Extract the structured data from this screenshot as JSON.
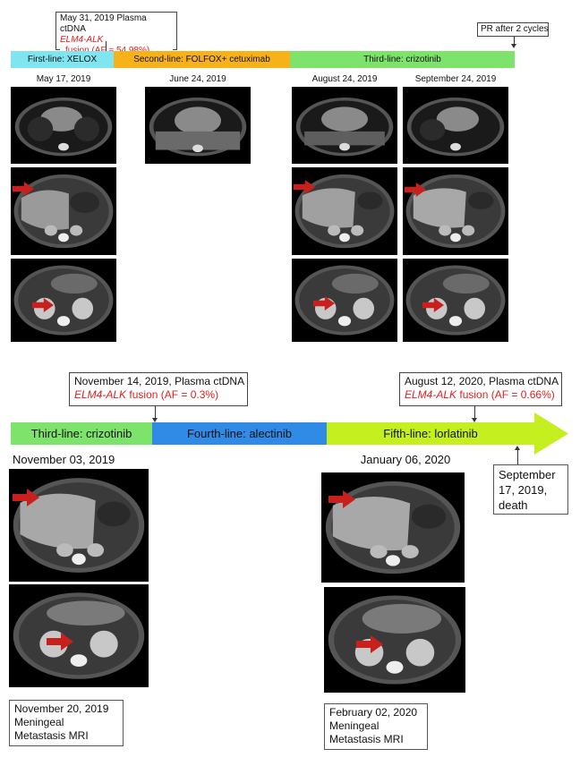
{
  "colors": {
    "xelox": "#7fe5f0",
    "folfox": "#f7b21a",
    "crizotinib": "#7ee36b",
    "alectinib": "#2f8be6",
    "lorlatinib": "#c5ef1e",
    "arrow": "#c8201c",
    "highlight": "#e02020"
  },
  "top": {
    "callout": {
      "line1": "May 31, 2019 Plasma ctDNA",
      "gene": "ELM4-ALK",
      "fusion": "fusion (AF = 54.98%)"
    },
    "pr_note": "PR after 2 cycles",
    "timeline": {
      "first": "First-line: XELOX",
      "second": "Second-line: FOLFOX+ cetuximab",
      "third": "Third-line: crizotinib"
    },
    "dates": [
      "May 17, 2019",
      "June 24, 2019",
      "August 24, 2019",
      "September 24, 2019"
    ]
  },
  "bottom": {
    "callout1": {
      "line1": "November 14, 2019, Plasma ctDNA",
      "gene": "ELM4-ALK",
      "fusion": " fusion (AF = 0.3%)"
    },
    "callout2": {
      "line1": "August 12, 2020, Plasma ctDNA",
      "gene": "ELM4-ALK",
      "fusion": " fusion (AF = 0.66%)"
    },
    "timeline": {
      "third": "Third-line: crizotinib",
      "fourth": "Fourth-line: alectinib",
      "fifth": "Fifth-line: lorlatinib"
    },
    "dates": [
      "November 03, 2019",
      "January 06, 2020"
    ],
    "death": {
      "l1": "September",
      "l2": "17, 2019,",
      "l3": "death"
    },
    "mri1": {
      "l1": "November 20, 2019",
      "l2": "Meningeal",
      "l3": "Metastasis MRI"
    },
    "mri2": {
      "l1": "February 02, 2020",
      "l2": "Meningeal",
      "l3": "Metastasis MRI"
    }
  }
}
